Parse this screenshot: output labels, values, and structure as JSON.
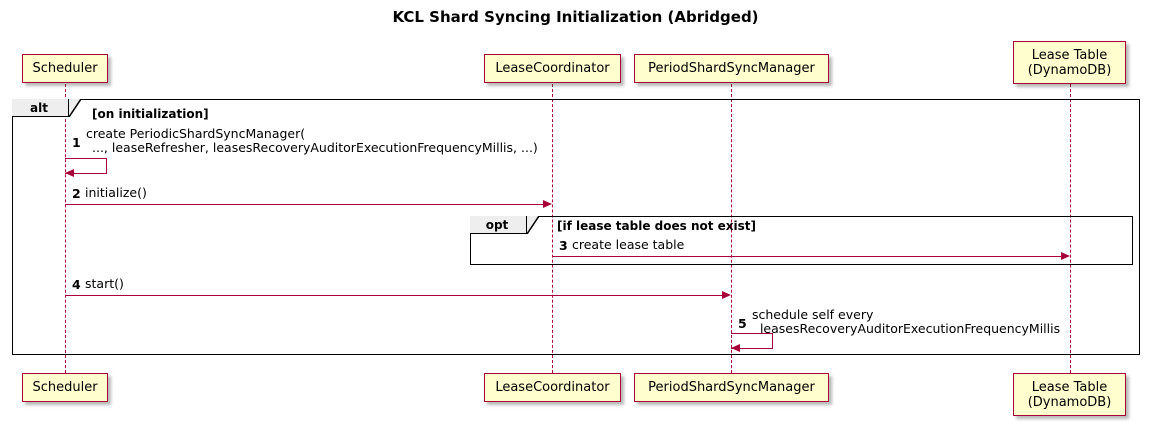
{
  "diagram": {
    "title": "KCL Shard Syncing Initialization (Abridged)",
    "type": "sequence-diagram",
    "colors": {
      "participant_fill": "#FEFECE",
      "participant_border": "#A80036",
      "arrow": "#A80036",
      "fragment_border": "#000000",
      "fragment_tab_fill": "#EEEEEE",
      "background": "#FFFFFF"
    }
  },
  "participants": [
    {
      "id": "scheduler",
      "label": "Scheduler"
    },
    {
      "id": "leasecoordinator",
      "label": "LeaseCoordinator"
    },
    {
      "id": "periodshardsyncmanager",
      "label": "PeriodShardSyncManager"
    },
    {
      "id": "leasetable",
      "label": "Lease Table\n(DynamoDB)"
    }
  ],
  "fragments": [
    {
      "id": "alt",
      "operator": "alt",
      "guard": "[on initialization]"
    },
    {
      "id": "opt",
      "operator": "opt",
      "guard": "[if lease table does not exist]"
    }
  ],
  "messages": [
    {
      "number": "1",
      "from": "scheduler",
      "to": "scheduler",
      "kind": "self",
      "line1": "create PeriodicShardSyncManager(",
      "line2": "..., leaseRefresher, leasesRecoveryAuditorExecutionFrequencyMillis, ...)"
    },
    {
      "number": "2",
      "from": "scheduler",
      "to": "leasecoordinator",
      "kind": "sync",
      "line1": "initialize()",
      "line2": ""
    },
    {
      "number": "3",
      "from": "leasecoordinator",
      "to": "leasetable",
      "kind": "sync",
      "line1": "create lease table",
      "line2": ""
    },
    {
      "number": "4",
      "from": "scheduler",
      "to": "periodshardsyncmanager",
      "kind": "sync",
      "line1": "start()",
      "line2": ""
    },
    {
      "number": "5",
      "from": "periodshardsyncmanager",
      "to": "periodshardsyncmanager",
      "kind": "self",
      "line1": "schedule self every",
      "line2": "  leasesRecoveryAuditorExecutionFrequencyMillis"
    }
  ]
}
